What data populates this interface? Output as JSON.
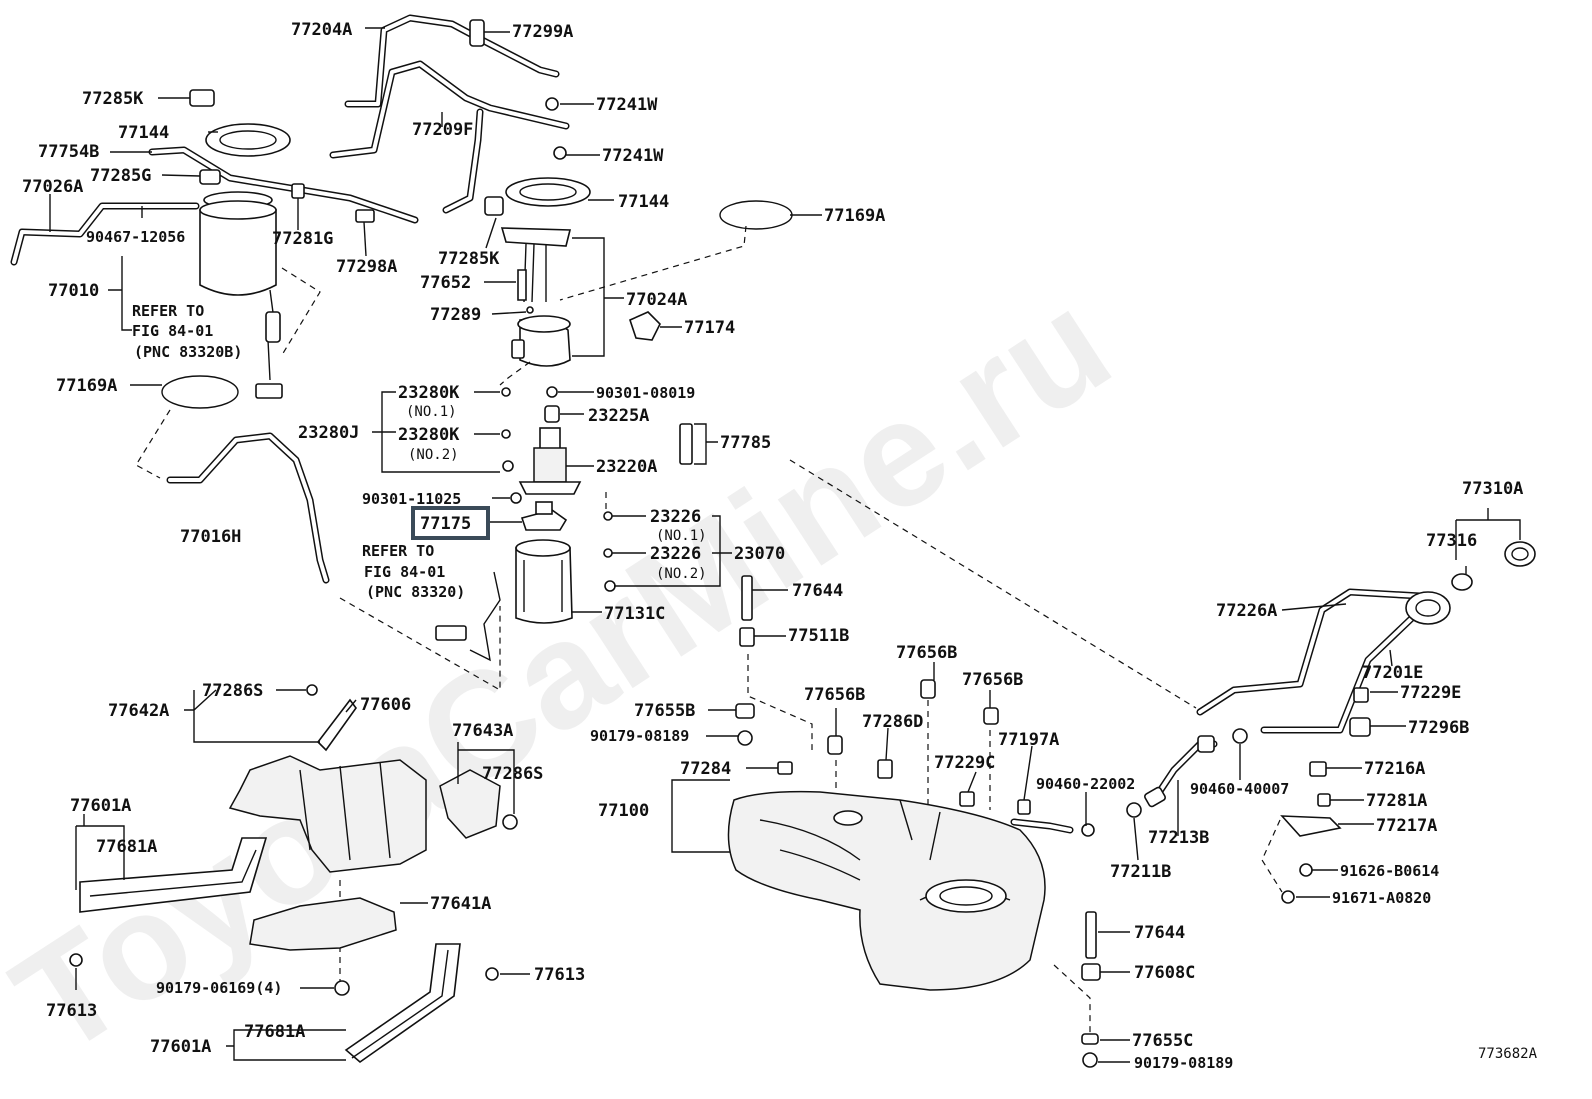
{
  "watermark": "ToyotaCarMine.ru",
  "diagram_id": "773682A",
  "highlighted_part": "77175",
  "labels": {
    "p77204A": "77204A",
    "p77299A": "77299A",
    "p77285K_1": "77285K",
    "p77241W_1": "77241W",
    "p77144_1": "77144",
    "p77209F": "77209F",
    "p77754B": "77754B",
    "p77241W_2": "77241W",
    "p77285G": "77285G",
    "p77144_2": "77144",
    "p77026A": "77026A",
    "p90467": "90467-12056",
    "p77281G": "77281G",
    "p77298A": "77298A",
    "p77285K_2": "77285K",
    "p77169A_1": "77169A",
    "p77010": "77010",
    "p77652": "77652",
    "p77024A": "77024A",
    "p77289": "77289",
    "p77174": "77174",
    "p77169A_2": "77169A",
    "p23280K_1": "23280K",
    "p90301_08019": "90301-08019",
    "p23225A": "23225A",
    "p23280J": "23280J",
    "p23280K_2": "23280K",
    "p77785": "77785",
    "p23220A": "23220A",
    "p90301_11025": "90301-11025",
    "p77175": "77175",
    "p23226_1": "23226",
    "p23070": "23070",
    "p23226_2": "23226",
    "p77016H": "77016H",
    "p77644_1": "77644",
    "p77131C": "77131C",
    "p77310A": "77310A",
    "p77316": "77316",
    "p77226A": "77226A",
    "p77511B": "77511B",
    "p77656B_1": "77656B",
    "p77201E": "77201E",
    "p77286S_1": "77286S",
    "p77606": "77606",
    "p77642A": "77642A",
    "p77655B": "77655B",
    "p77656B_2": "77656B",
    "p77656B_3": "77656B",
    "p77229E": "77229E",
    "p77296B": "77296B",
    "p77286D": "77286D",
    "p77643A": "77643A",
    "p90179_08189_1": "90179-08189",
    "p77197A": "77197A",
    "p77284": "77284",
    "p77229C": "77229C",
    "p77216A": "77216A",
    "p77286S_2": "77286S",
    "p77100": "77100",
    "p90460_22002": "90460-22002",
    "p90460_40007": "90460-40007",
    "p77281A": "77281A",
    "p77601A_1": "77601A",
    "p77217A": "77217A",
    "p77213B": "77213B",
    "p77681A_1": "77681A",
    "p77211B": "77211B",
    "p91626": "91626-B0614",
    "p91671": "91671-A0820",
    "p77641A": "77641A",
    "p77644_2": "77644",
    "p77613_1": "77613",
    "p77608C": "77608C",
    "p77613_2": "77613",
    "p90179_06169": "90179-06169(4)",
    "p77601A_2": "77601A",
    "p77681A_2": "77681A",
    "p77655C": "77655C",
    "p90179_08189_2": "90179-08189"
  },
  "notes": {
    "no1_a": "(NO.1)",
    "no2_a": "(NO.2)",
    "no1_b": "(NO.1)",
    "no2_b": "(NO.2)",
    "ref1_l1": "REFER TO",
    "ref1_l2": "FIG 84-01",
    "ref1_l3": "(PNC 83320B)",
    "ref2_l1": "REFER TO",
    "ref2_l2": "FIG 84-01",
    "ref2_l3": "(PNC 83320)"
  }
}
